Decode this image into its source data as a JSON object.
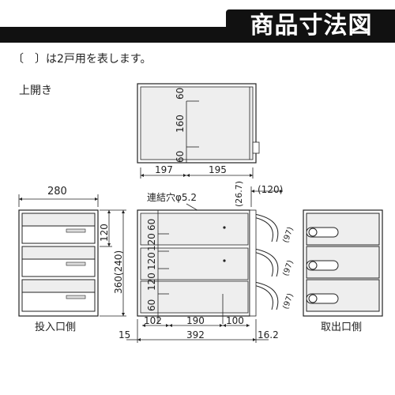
{
  "header": {
    "title": "商品寸法図"
  },
  "note": "〔　〕は2戸用を表します。",
  "section_label": "上開き",
  "top_view": {
    "dims": [
      "60",
      "160",
      "60",
      "197",
      "195"
    ]
  },
  "front_view": {
    "width": "280",
    "height": "360(240)",
    "slot": "120",
    "caption": "投入口側"
  },
  "side_view": {
    "hole_label": "連結穴φ5.2",
    "depth_dim": "(26.7)",
    "proj_dim": "(120)",
    "rows": [
      "60",
      "120",
      "120",
      "120",
      "60"
    ],
    "bottom_dims": [
      "102",
      "190",
      "100"
    ],
    "total_dims": [
      "15",
      "392",
      "16.2"
    ],
    "arc_dims": [
      "(97)",
      "(97)",
      "(97)"
    ]
  },
  "rear_view": {
    "caption": "取出口側"
  },
  "colors": {
    "ink": "#222222",
    "panel": "#eeeeee",
    "band": "#111111"
  }
}
